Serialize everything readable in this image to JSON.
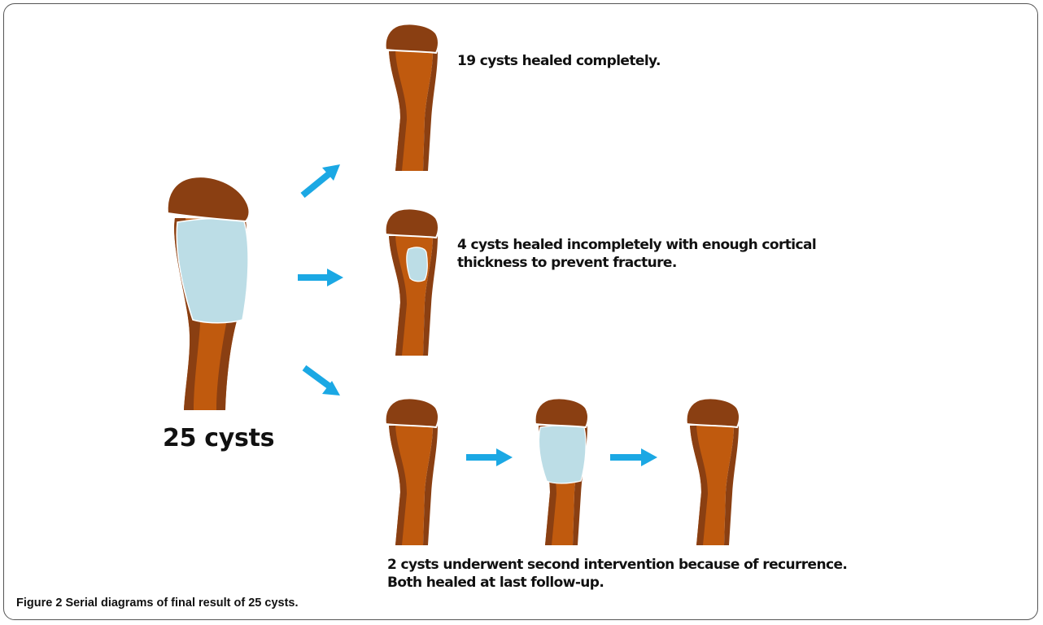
{
  "figure": {
    "total_label": "25 cysts",
    "outcomes": [
      {
        "lines": [
          "19 cysts healed completely."
        ]
      },
      {
        "lines": [
          "4 cysts healed incompletely with enough cortical",
          "thickness to prevent fracture."
        ]
      },
      {
        "lines": [
          "2 cysts underwent second intervention because of recurrence.",
          "Both healed at last follow-up."
        ]
      }
    ],
    "caption": {
      "number": "Figure 2",
      "text": "Serial diagrams of final result of 25 cysts."
    }
  },
  "colors": {
    "bone_shaft": "#C05A0E",
    "bone_cortex": "#8A3F12",
    "epiphysis": "#8A3F12",
    "cyst": "#BCDDE6",
    "arrow": "#1BA8E4",
    "frame": "#555555"
  }
}
